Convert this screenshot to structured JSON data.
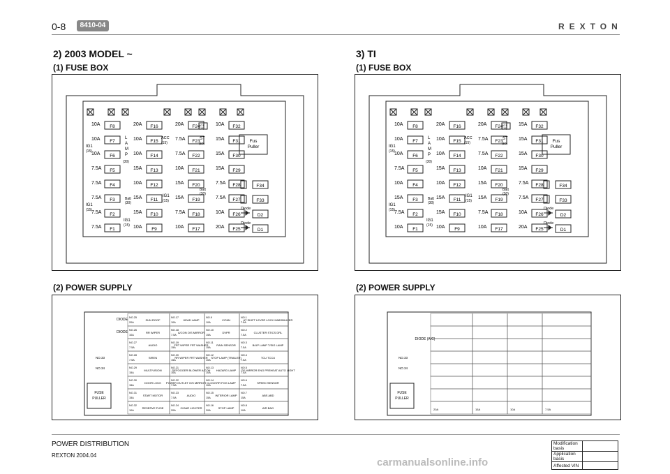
{
  "header": {
    "page_number": "0-8",
    "section_code": "8410-04",
    "brand": "REXTON"
  },
  "left": {
    "title": "2) 2003 MODEL ~",
    "fuse_box_heading": "(1) FUSE BOX",
    "power_supply_heading": "(2) POWER SUPPLY"
  },
  "right": {
    "title": "3) TI",
    "fuse_box_heading": "(1) FUSE BOX",
    "power_supply_heading": "(2) POWER SUPPLY"
  },
  "fusebox_common": {
    "col1": [
      [
        "10A",
        "F8"
      ],
      [
        "10A",
        "F7"
      ],
      [
        "10A",
        "F6"
      ],
      [
        "7.5A",
        "F5"
      ],
      [
        "7.5A",
        "F4"
      ],
      [
        "7.5A",
        "F3"
      ],
      [
        "7.5A",
        "F2"
      ],
      [
        "7.5A",
        "F1"
      ]
    ],
    "col2": [
      [
        "20A",
        "F16"
      ],
      [
        "10A",
        "F15"
      ],
      [
        "10A",
        "F14"
      ],
      [
        "15A",
        "F13"
      ],
      [
        "10A",
        "F12"
      ],
      [
        "15A",
        "F11"
      ],
      [
        "15A",
        "F10"
      ],
      [
        "10A",
        "F9"
      ]
    ],
    "col3": [
      [
        "20A",
        "F24"
      ],
      [
        "7.5A",
        "F23"
      ],
      [
        "7.5A",
        "F22"
      ],
      [
        "10A",
        "F21"
      ],
      [
        "15A",
        "F20"
      ],
      [
        "15A",
        "F19"
      ],
      [
        "7.5A",
        "F18"
      ],
      [
        "10A",
        "F17"
      ]
    ],
    "col4": [
      [
        "10A",
        "F32"
      ],
      [
        "15A",
        "F31"
      ],
      [
        "15A",
        "F30"
      ],
      [
        "15A",
        "F29"
      ],
      [
        "7.5A",
        "F28"
      ],
      [
        "7.5A",
        "F27"
      ],
      [
        "10A",
        "F26"
      ],
      [
        "20A",
        "F25"
      ]
    ],
    "ig1": "IG1",
    "ig1_amp": "(15)",
    "lamp": [
      "L",
      "A",
      "M",
      "P"
    ],
    "lamp_amp": "(30)",
    "batt": "Batt",
    "batt_amp": "(30)",
    "acc": "ACC",
    "acc_amp": "(15)",
    "ig1_top": "IG1",
    "ig1_top_amp": "(15)",
    "st": "ST",
    "st_amp": "(50)",
    "fuse_puller": [
      "Fus",
      "Puller"
    ],
    "f34": "F34",
    "f33": "F33",
    "diode": "Diode",
    "d2": "D2",
    "d1": "D1"
  },
  "fusebox_ti": {
    "col1": [
      [
        "10A",
        "F8"
      ],
      [
        "10A",
        "F7"
      ],
      [
        "10A",
        "F6"
      ],
      [
        "7.5A",
        "F5"
      ],
      [
        "10A",
        "F4"
      ],
      [
        "15A",
        "F3"
      ],
      [
        "7.5A",
        "F2"
      ],
      [
        "10A",
        "F1"
      ]
    ],
    "col2": [
      [
        "20A",
        "F16"
      ],
      [
        "10A",
        "F15"
      ],
      [
        "10A",
        "F14"
      ],
      [
        "15A",
        "F13"
      ],
      [
        "10A",
        "F12"
      ],
      [
        "15A",
        "F11"
      ],
      [
        "15A",
        "F10"
      ],
      [
        "10A",
        "F9"
      ]
    ],
    "col3": [
      [
        "20A",
        "F24"
      ],
      [
        "7.5A",
        "F23"
      ],
      [
        "7.5A",
        "F22"
      ],
      [
        "10A",
        "F21"
      ],
      [
        "15A",
        "F20"
      ],
      [
        "15A",
        "F19"
      ],
      [
        "7.5A",
        "F18"
      ],
      [
        "10A",
        "F17"
      ]
    ],
    "col4": [
      [
        "15A",
        "F32"
      ],
      [
        "15A",
        "F31"
      ],
      [
        "15A",
        "F30"
      ],
      [
        "15A",
        "F29"
      ],
      [
        "7.5A",
        "F28"
      ],
      [
        "7.5A",
        "F27"
      ],
      [
        "10A",
        "F26"
      ],
      [
        "20A",
        "F25"
      ]
    ]
  },
  "power_supply_left": {
    "col_a": [
      "DIODE",
      "DIODE"
    ],
    "col_b": [
      [
        "NO.25",
        "20A",
        "SUN ROOF"
      ],
      [
        "NO.26",
        "10A",
        "RR WIPER"
      ],
      [
        "NO.27",
        "7.5A",
        "AUDIO"
      ],
      [
        "NO.28",
        "7.5A",
        "SIREN"
      ],
      [
        "NO.29",
        "15A",
        "MULTIVISION"
      ],
      [
        "NO.30",
        "15A",
        "DOOR LOCK"
      ],
      [
        "NO.31",
        "15A",
        "START MOTOR"
      ],
      [
        "NO.32",
        "10A",
        "RESERVE FUSE"
      ]
    ],
    "col_c": [
      [
        "NO.17",
        "10A",
        "HEAD LAMP"
      ],
      [
        "NO.18",
        "7.5A",
        "A/CON O/S MIRROR"
      ],
      [
        "NO.19",
        "15A",
        "FRT WIPER FRT WASHER"
      ],
      [
        "NO.20",
        "15A",
        "RR WIPER FRT WASHER"
      ],
      [
        "NO.21",
        "10A",
        "DEFOGGER BLOWER A/CON"
      ],
      [
        "NO.22",
        "7.5A",
        "POWER OUTLET O/S MIRROR CLOCK"
      ],
      [
        "NO.23",
        "7.5A",
        "AUDIO"
      ],
      [
        "NO.24",
        "20A",
        "CIGAR LIGHTER"
      ]
    ],
    "col_d": [
      [
        "NO.9",
        "10A",
        "C/FAN"
      ],
      [
        "NO.10",
        "15A",
        "DVPR"
      ],
      [
        "NO.11",
        "15A",
        "RAIN SENSOR"
      ],
      [
        "NO.12",
        "10A",
        "STOP LAMP (TRAILER)"
      ],
      [
        "NO.13",
        "10A",
        "HAZARD LAMP"
      ],
      [
        "NO.14",
        "10A",
        "RR FOG LAMP"
      ],
      [
        "NO.15",
        "15A",
        "INTERIOR LAMP"
      ],
      [
        "NO.16",
        "20A",
        "STOP LAMP"
      ]
    ],
    "col_e": [
      [
        "NO.1",
        "7.5A",
        "AT SHIFT LEVER LOCK IMMOBILIZER"
      ],
      [
        "NO.2",
        "7.5A",
        "CLUSTER STICS DRL"
      ],
      [
        "NO.3",
        "7.5A",
        "B/UP LAMP T/SIG LAMP"
      ],
      [
        "NO.4",
        "7.5A",
        "TCU TCCU"
      ],
      [
        "NO.5",
        "7.5A",
        "OS MIRROR ENG PREHEAT AUTO LIGHT"
      ],
      [
        "NO.6",
        "7.5A",
        "SPEED SENSOR"
      ],
      [
        "NO.7",
        "15A",
        "ABS ABD"
      ],
      [
        "NO.8",
        "10A",
        "AIR BAG"
      ]
    ],
    "left_labels": [
      "NO.33",
      "NO.34"
    ],
    "puller": [
      "FUSE",
      "PULLER"
    ],
    "reserve": [
      "20A",
      "15A",
      "10A",
      "7.5A"
    ]
  },
  "power_supply_right": {
    "diode_label": "DIODE (A/C)",
    "left_labels": [
      "NO.33",
      "NO.34"
    ],
    "puller": [
      "FUSE",
      "PULLER"
    ],
    "reserve": [
      "20A",
      "15A",
      "10A",
      "7.5A"
    ]
  },
  "footer": {
    "left_title": "POWER DISTRIBUTION",
    "left_sub": "REXTON 2004.04",
    "table": [
      "Modification basis",
      "Application basis",
      "Affected VIN"
    ]
  },
  "watermark": "carmanualsonline.info"
}
